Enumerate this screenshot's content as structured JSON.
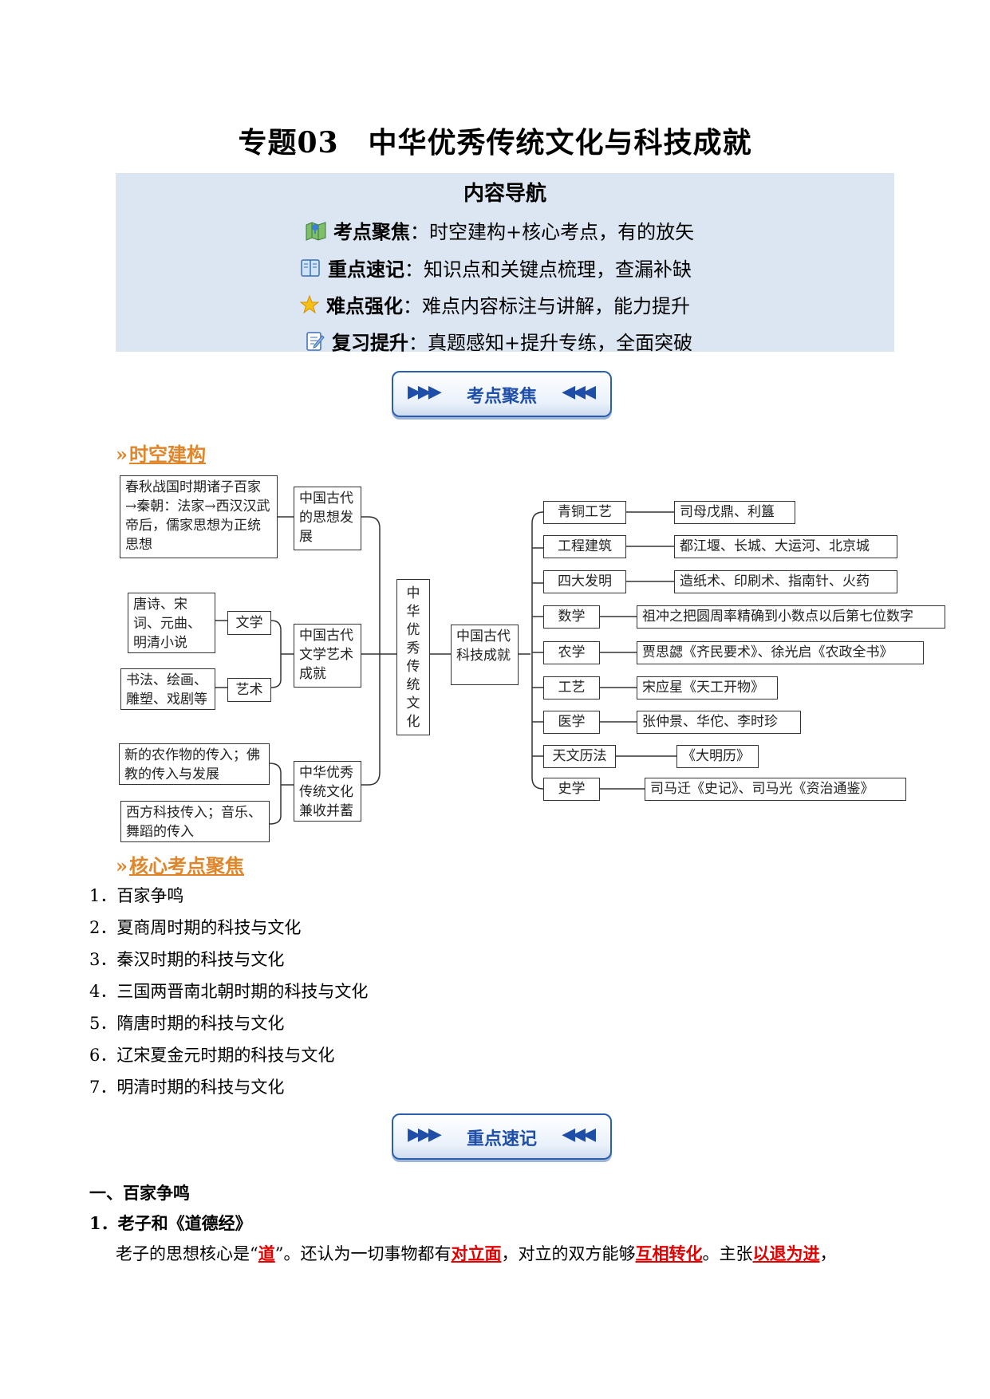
{
  "title": "专题03　中华优秀传统文化与科技成就",
  "nav": {
    "heading": "内容导航",
    "items": [
      {
        "label": "考点聚焦",
        "sep": "：",
        "text": "时空建构+核心考点，有的放矢",
        "icon": "map-icon"
      },
      {
        "label": "重点速记",
        "sep": "：",
        "text": "知识点和关键点梳理，查漏补缺",
        "icon": "book-icon"
      },
      {
        "label": "难点强化",
        "sep": "：",
        "text": "难点内容标注与讲解，能力提升",
        "icon": "star-icon"
      },
      {
        "label": "复习提升",
        "sep": "：",
        "text": "真题感知+提升专练，全面突破",
        "icon": "edit-icon"
      }
    ]
  },
  "banners": {
    "focus": "考点聚焦",
    "notes": "重点速记"
  },
  "sections": {
    "spacetime": "时空建构",
    "core": "核心考点聚焦"
  },
  "mindmap": {
    "center": "中华优秀传统文化",
    "left": {
      "thought": {
        "title": "中国古代的思想发展",
        "detail": "春秋战国时期诸子百家→秦朝：法家→西汉汉武帝后，儒家思想为正统思想"
      },
      "art": {
        "title": "中国古代文学艺术成就",
        "lit_label": "文学",
        "lit_detail": "唐诗、宋词、元曲、明清小说",
        "art_label": "艺术",
        "art_detail": "书法、绘画、雕塑、戏剧等"
      },
      "fusion": {
        "title": "中华优秀传统文化兼收并蓄",
        "detail1": "新的农作物的传入；佛教的传入与发展",
        "detail2": "西方科技传入；音乐、舞蹈的传入"
      }
    },
    "right": {
      "title": "中国古代科技成就",
      "items": [
        {
          "label": "青铜工艺",
          "detail": "司母戊鼎、利簋"
        },
        {
          "label": "工程建筑",
          "detail": "都江堰、长城、大运河、北京城"
        },
        {
          "label": "四大发明",
          "detail": "造纸术、印刷术、指南针、火药"
        },
        {
          "label": "数学",
          "detail": "祖冲之把圆周率精确到小数点以后第七位数字"
        },
        {
          "label": "农学",
          "detail": "贾思勰《齐民要术》、徐光启《农政全书》"
        },
        {
          "label": "工艺",
          "detail": "宋应星《天工开物》"
        },
        {
          "label": "医学",
          "detail": "张仲景、华佗、李时珍"
        },
        {
          "label": "天文历法",
          "detail": "《大明历》"
        },
        {
          "label": "史学",
          "detail": "司马迁《史记》、司马光《资治通鉴》"
        }
      ]
    }
  },
  "core_list": [
    "1．百家争鸣",
    "2．夏商周时期的科技与文化",
    "3．秦汉时期的科技与文化",
    "4．三国两晋南北朝时期的科技与文化",
    "5．隋唐时期的科技与文化",
    "6．辽宋夏金元时期的科技与文化",
    "7．明清时期的科技与文化"
  ],
  "notes": {
    "h1": "一、百家争鸣",
    "h2": "1．老子和《道德经》",
    "para": {
      "t1": "老子的思想核心是“",
      "k1": "道",
      "t2": "”。还认为一切事物都有",
      "k2": "对立面",
      "t3": "，对立的双方能够",
      "k3": "互相转化",
      "t4": "。主张",
      "k4": "以退为进",
      "t5": "，"
    }
  }
}
